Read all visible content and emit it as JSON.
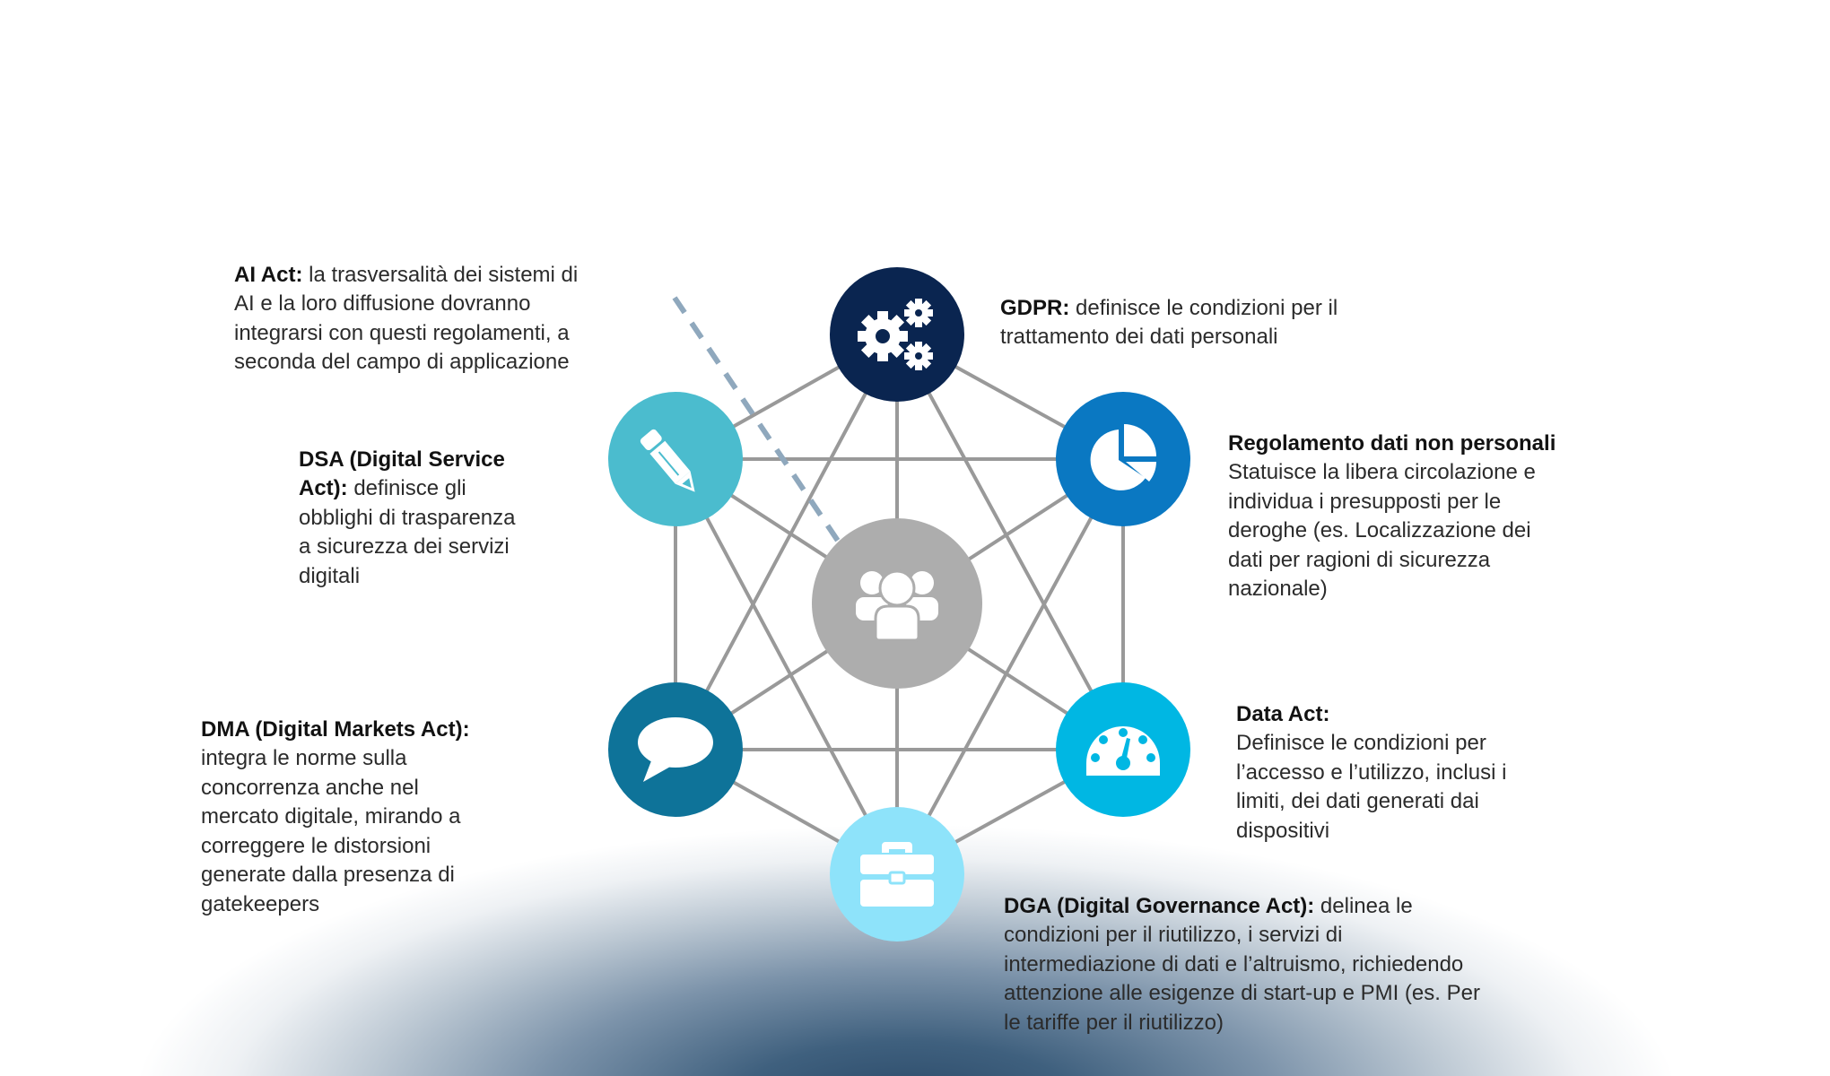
{
  "diagram": {
    "colors": {
      "edge": "#999999",
      "dashed_connector": "#8FA8BD",
      "text": "#2b2b2b",
      "glow_dark": "#2b4a69"
    },
    "center": {
      "icon": "users-group-icon",
      "color": "#ADADAD"
    },
    "nodes": [
      {
        "id": "gdpr",
        "icon": "gears-icon",
        "color": "#0A2550",
        "title": "GDPR:",
        "text": " definisce le condizioni per il\ntrattamento dei dati personali"
      },
      {
        "id": "regolamento",
        "icon": "pie-chart-icon",
        "color": "#0A78C2",
        "title": "Regolamento dati non personali",
        "text": "\nStatuisce la libera circolazione e\nindividua i presupposti per le\nderoghe (es. Localizzazione dei\ndati per ragioni di sicurezza\nnazionale)"
      },
      {
        "id": "data-act",
        "icon": "speedometer-icon",
        "color": "#00B7E3",
        "title": "Data Act:",
        "text": "\nDefinisce le condizioni per\nl’accesso e l’utilizzo, inclusi i\nlimiti, dei dati generati dai\ndispositivi"
      },
      {
        "id": "dga",
        "icon": "briefcase-icon",
        "color": "#8EE3FA",
        "title": "DGA (Digital Governance Act):",
        "text": " delinea le\ncondizioni per il riutilizzo, i servizi di\nintermediazione di dati e l’altruismo, richiedendo\nattenzione alle esigenze di start-up e PMI (es. Per\nle tariffe per il riutilizzo)"
      },
      {
        "id": "dma",
        "icon": "speech-bubble-icon",
        "color": "#0E7399",
        "title": "DMA (Digital Markets Act):",
        "text": "\nintegra le norme sulla\nconcorrenza anche nel\nmercato digitale, mirando a\ncorreggere le distorsioni\ngenerate dalla presenza di\ngatekeepers"
      },
      {
        "id": "dsa",
        "icon": "pencil-icon",
        "color": "#4BBCCE",
        "title": "DSA (Digital Service\nAct):",
        "text": " definisce gli\nobblighi di trasparenza\na sicurezza dei servizi\ndigitali"
      }
    ],
    "annotation": {
      "id": "ai-act",
      "title": "AI Act:",
      "text": " la trasversalità dei sistemi di\nAI e la loro diffusione dovranno\nintegrarsi con questi regolamenti, a\nseconda del campo di applicazione"
    }
  }
}
